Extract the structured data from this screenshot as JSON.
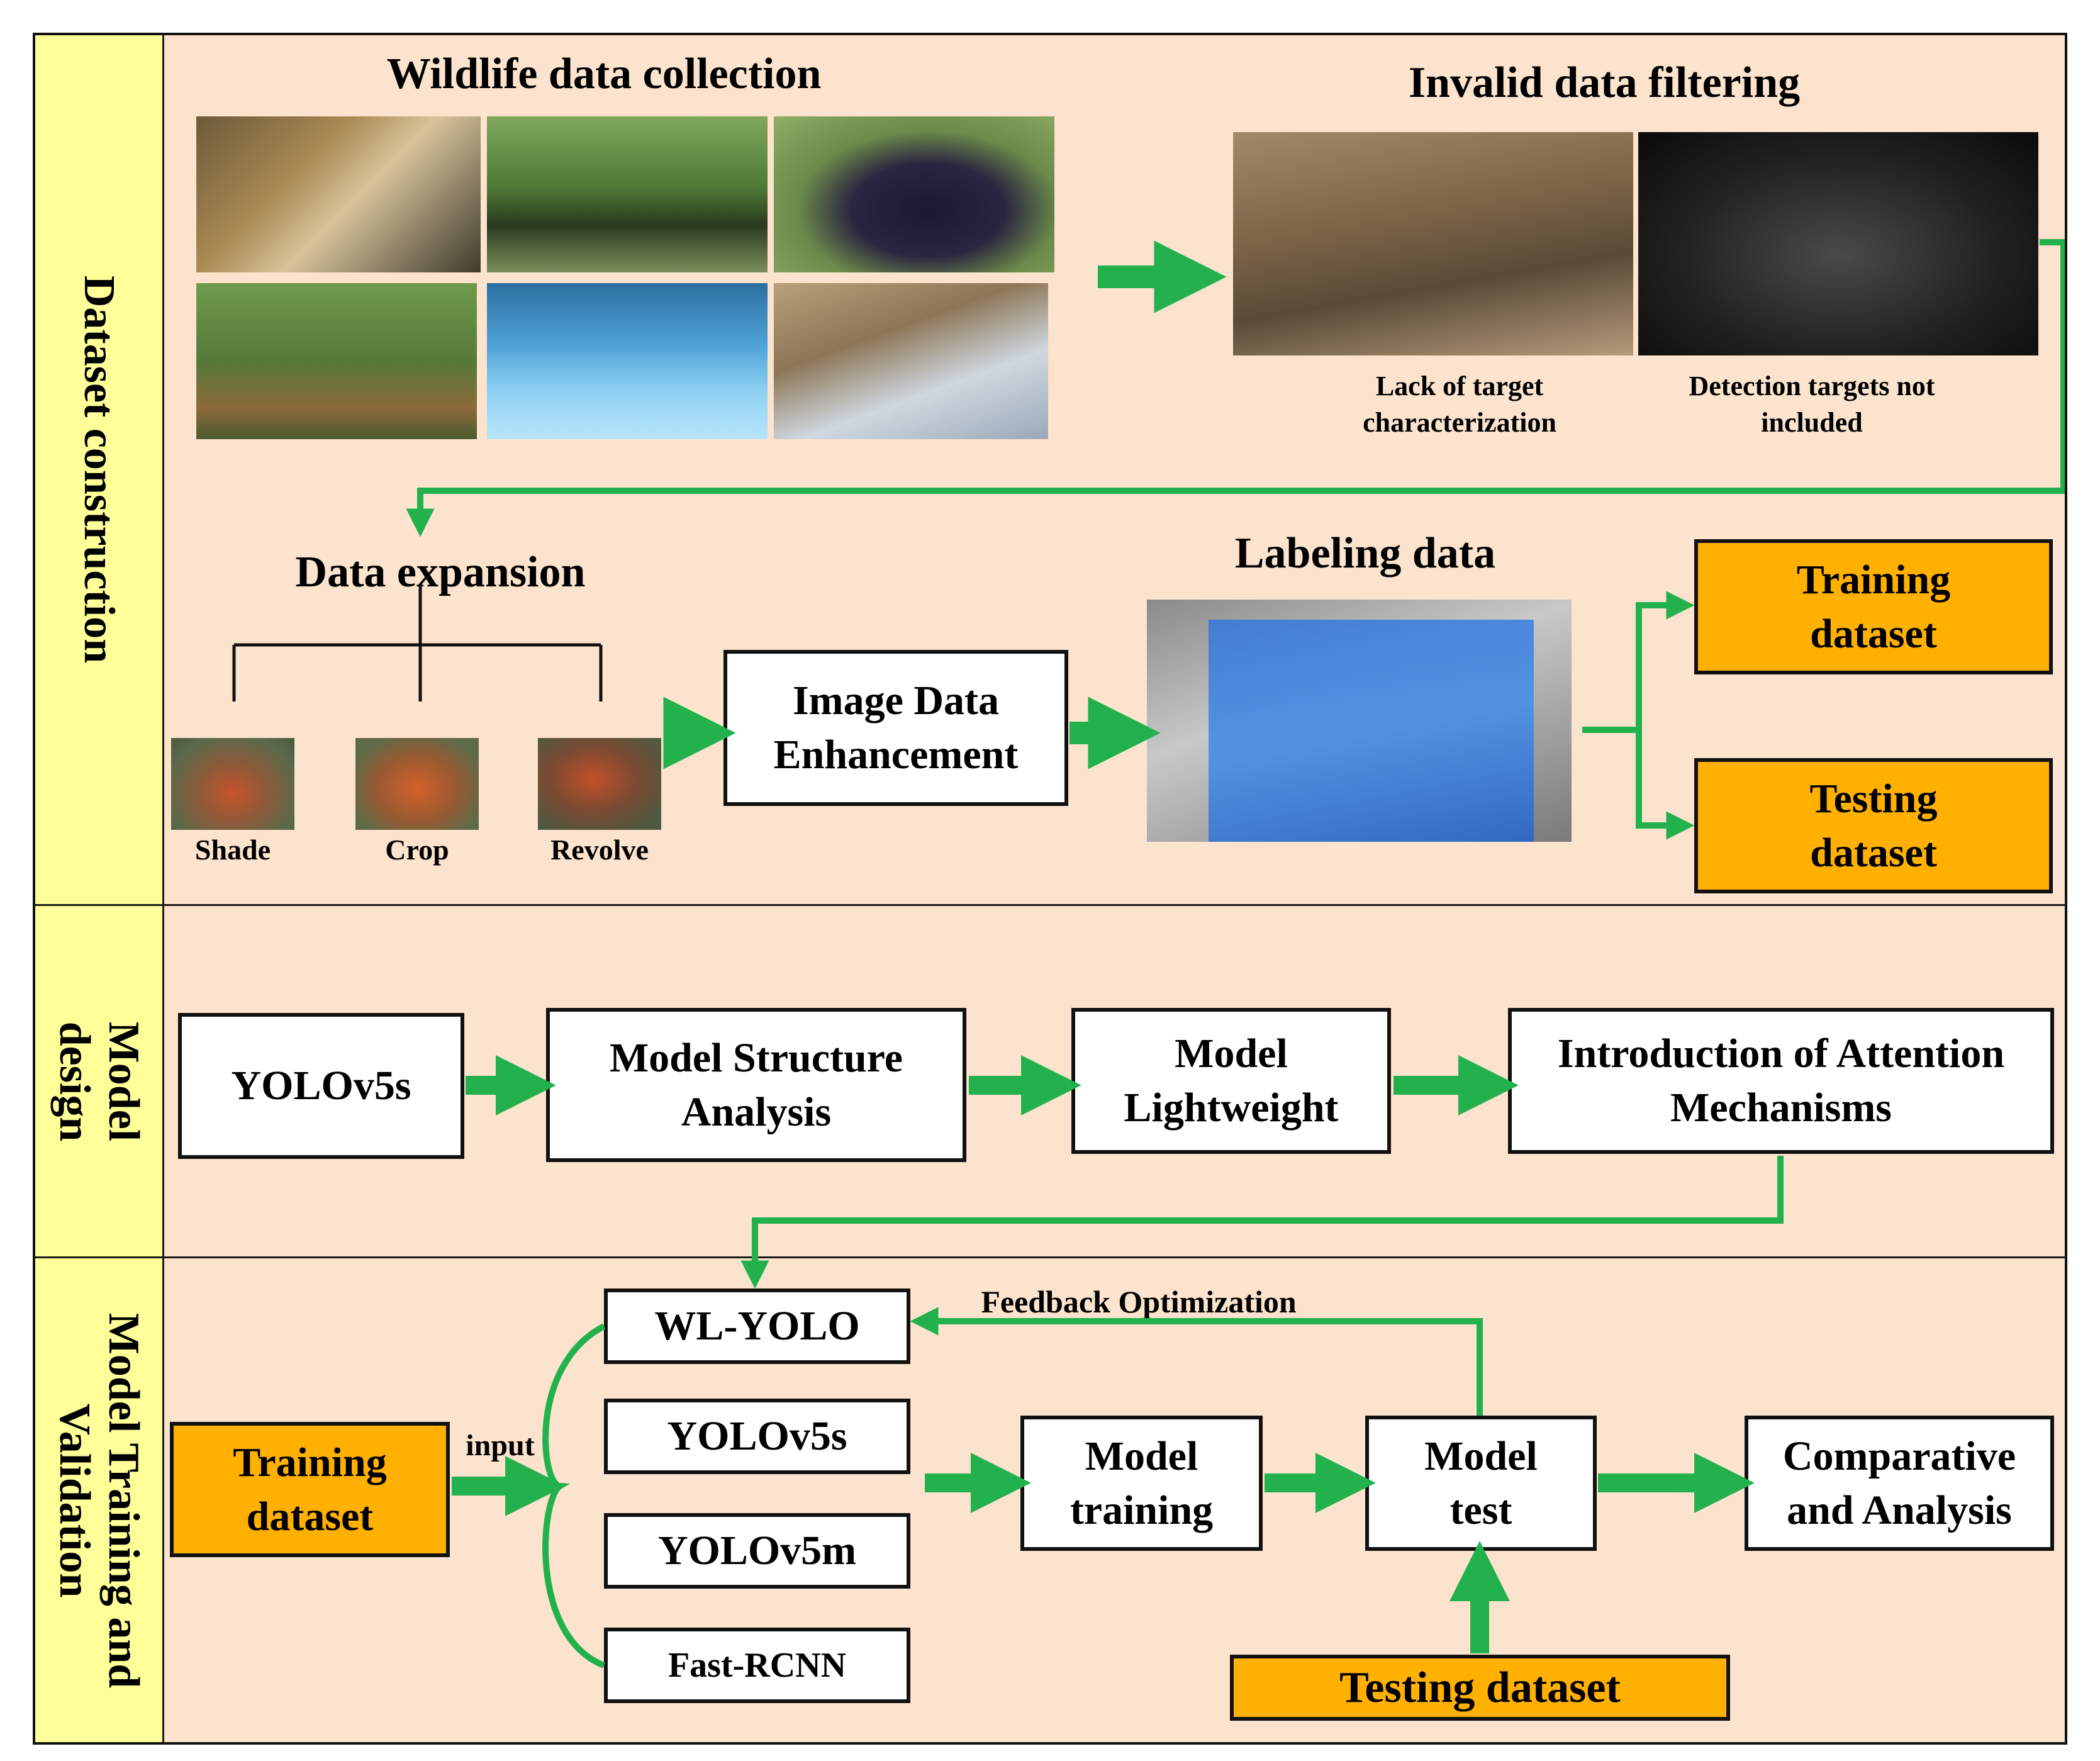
{
  "sections": {
    "dataset": "Dataset construction",
    "model_design": "Model design",
    "training": "Model Training and Validation"
  },
  "dataset": {
    "collection_title": "Wildlife data collection",
    "filter_title": "Invalid data filtering",
    "filter_caption_1": "Lack of target characterization",
    "filter_caption_2": "Detection targets not included",
    "expansion_title": "Data expansion",
    "expansion_items": [
      "Shade",
      "Crop",
      "Revolve"
    ],
    "enhancement": "Image Data Enhancement",
    "labeling_title": "Labeling data",
    "training_dataset": "Training dataset",
    "testing_dataset": "Testing dataset"
  },
  "design": {
    "steps": [
      "YOLOv5s",
      "Model Structure Analysis",
      "Model Lightweight",
      "Introduction of Attention Mechanisms"
    ]
  },
  "validation": {
    "training_dataset": "Training dataset",
    "input_label": "input",
    "models": [
      "WL-YOLO",
      "YOLOv5s",
      "YOLOv5m",
      "Fast-RCNN"
    ],
    "feedback": "Feedback Optimization",
    "model_training": "Model training",
    "model_test": "Model test",
    "comparative": "Comparative and Analysis",
    "testing_dataset": "Testing dataset"
  },
  "colors": {
    "band_bg": "#fbe3cd",
    "side_bg": "#ffff99",
    "gold": "#ffb000",
    "arrow": "#22b14c"
  }
}
